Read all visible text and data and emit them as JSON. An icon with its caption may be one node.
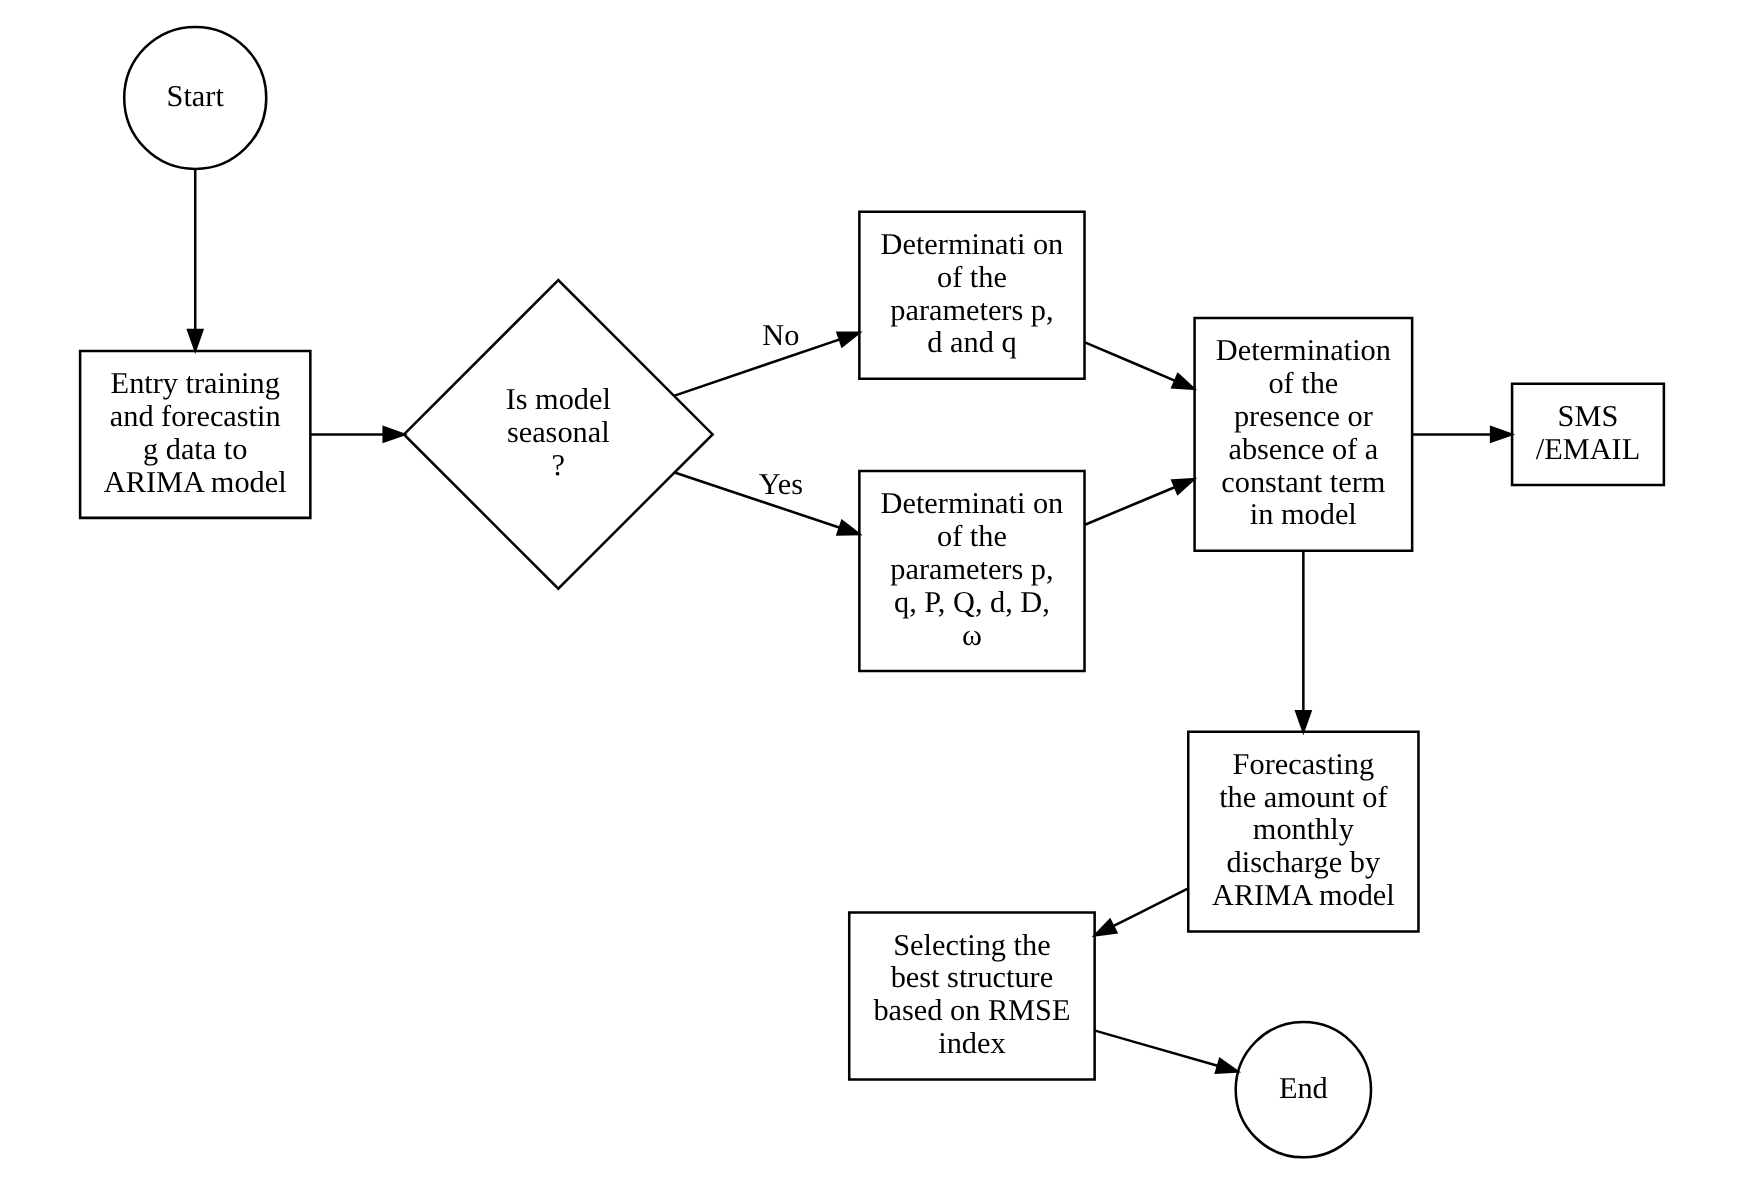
{
  "diagram": {
    "nodes": [
      {
        "text": [
          "Start"
        ]
      },
      {
        "text": [
          "Entry training and forecastin g data to ARIMA model"
        ]
      },
      {
        "text": [
          "Is model seasonal ?"
        ]
      },
      {
        "text": [
          "Determinati on of the parameters p, d and q"
        ]
      },
      {
        "text": [
          "Determinati on of the parameters p, q, P, Q, d, D, ω"
        ]
      },
      {
        "text": [
          "Determination of the presence or absence of a constant term in model"
        ]
      },
      {
        "text": [
          "SMS /EMAIL"
        ]
      },
      {
        "text": [
          "Forecasting the amount of monthly discharge by ARIMA model"
        ]
      },
      {
        "text": [
          "Selecting the best structure based on RMSE index"
        ]
      },
      {
        "text": [
          "End"
        ]
      }
    ],
    "edges": [
      {
        "from": 0,
        "to": 1,
        "arrow": "to"
      },
      {
        "from": 1,
        "to": 2,
        "arrow": "to"
      },
      {
        "from": 2,
        "to": 3,
        "arrow": "to",
        "label": "No"
      },
      {
        "from": 2,
        "to": 4,
        "arrow": "to",
        "label": "Yes"
      },
      {
        "from": 3,
        "to": 5,
        "arrow": "to"
      },
      {
        "from": 4,
        "to": 5,
        "arrow": "to"
      },
      {
        "from": 5,
        "to": 6,
        "arrow": "to"
      },
      {
        "from": 5,
        "to": 7,
        "arrow": "to"
      },
      {
        "from": 7,
        "to": 8,
        "arrow": "to"
      },
      {
        "from": 8,
        "to": 9,
        "arrow": "to"
      }
    ]
  }
}
